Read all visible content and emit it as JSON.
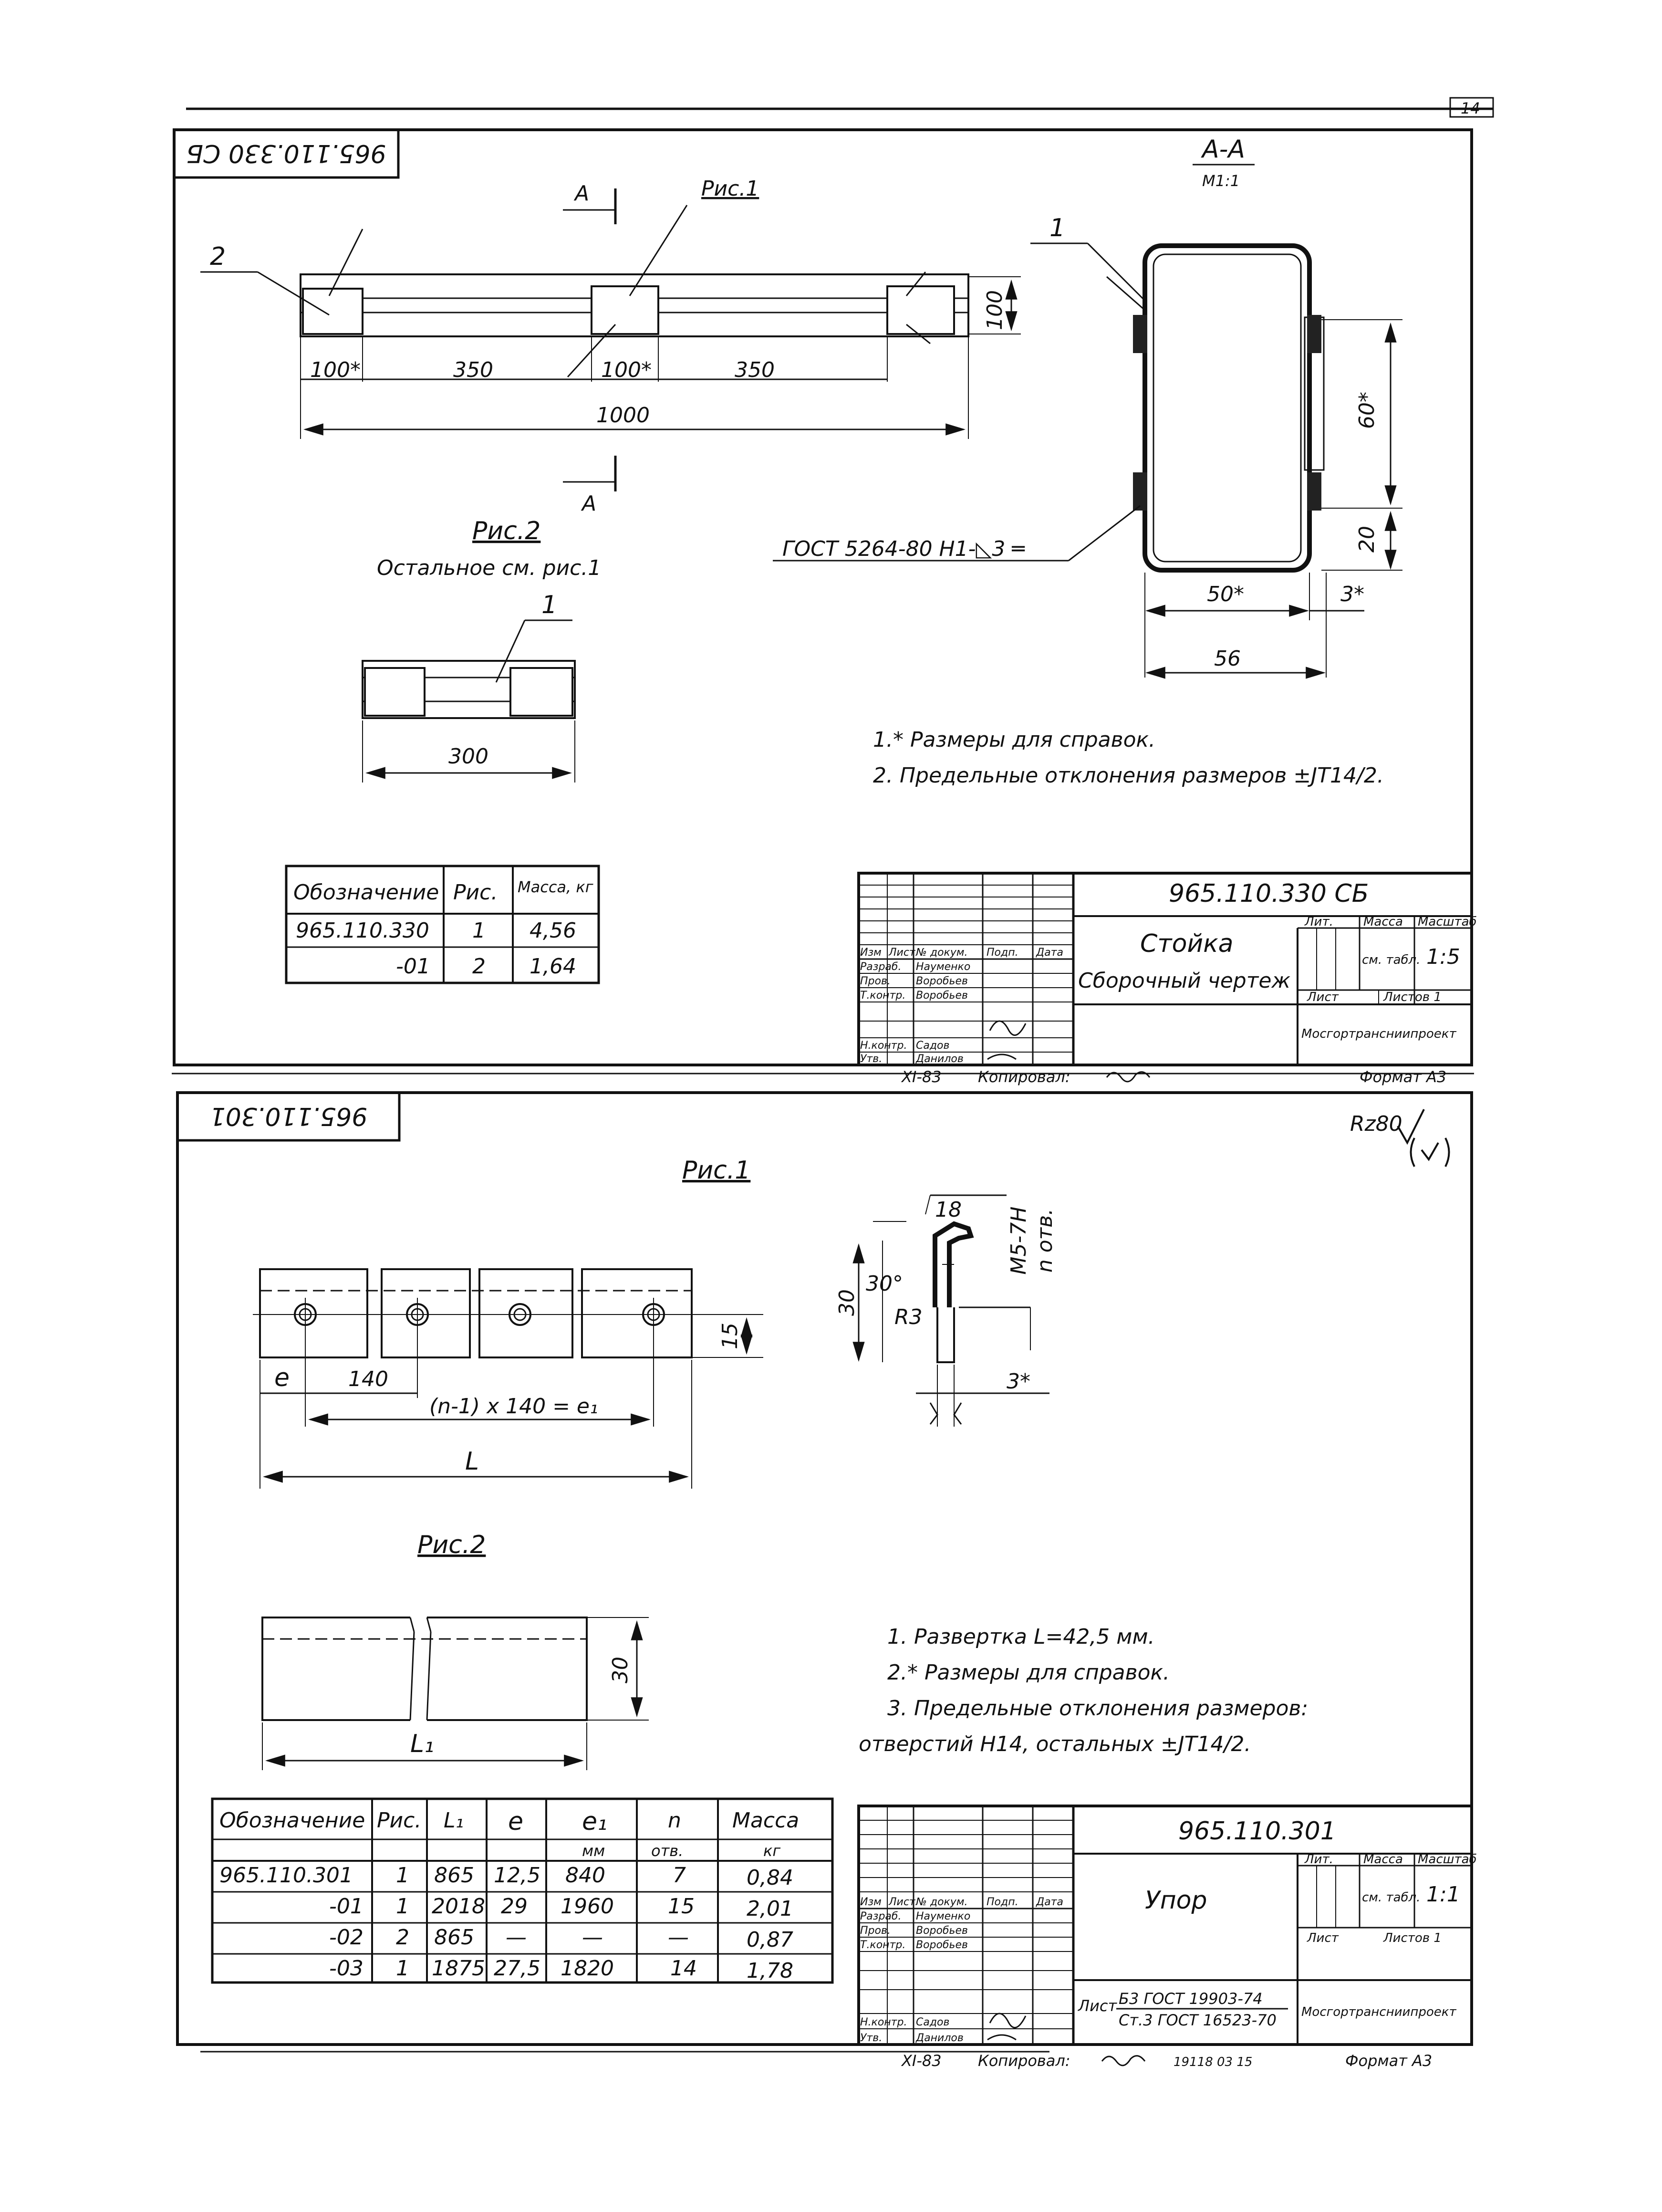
{
  "page_number": "14",
  "sheet1": {
    "doc_stamp": "965.110.330 СБ",
    "section_label": "А-А",
    "section_scale": "М1:1",
    "cut_mark": "А",
    "fig1_label": "Рис.1",
    "fig2_label": "Рис.2",
    "fig2_note": "Остальное см. рис.1",
    "leaders": {
      "pos1": "1",
      "pos2": "2"
    },
    "dims": {
      "end_plate": "100*",
      "span_a": "350",
      "mid_plate": "100*",
      "span_b": "350",
      "total_length": "1000",
      "height": "100",
      "fig2_length": "300",
      "inner_height": "60*",
      "lip": "20",
      "inner_width": "50*",
      "wall": "3*",
      "outer_width": "56"
    },
    "weld_note": "ГОСТ 5264-80 Н1-◺3 ═",
    "notes": [
      "1.* Размеры для справок.",
      "2. Предельные отклонения размеров ±JT14/2."
    ],
    "spec_table": {
      "headers": [
        "Обозначение",
        "Рис.",
        "Масса, кг"
      ],
      "rows": [
        [
          "965.110.330",
          "1",
          "4,56"
        ],
        [
          "-01",
          "2",
          "1,64"
        ]
      ]
    },
    "title_block": {
      "designation": "965.110.330 СБ",
      "name": "Стойка",
      "doc_type": "Сборочный чертеж",
      "head_labels": [
        "Изм",
        "Лист",
        "№ докум.",
        "Подп.",
        "Дата"
      ],
      "staff": [
        [
          "Разраб.",
          "Науменко"
        ],
        [
          "Пров.",
          "Воробьев"
        ],
        [
          "Т.контр.",
          "Воробьев"
        ],
        [
          "Н.контр.",
          "Садов"
        ],
        [
          "Утв.",
          "Данилов"
        ]
      ],
      "lit_label": "Лит.",
      "mass_label": "Масса",
      "scale_label": "Масштаб",
      "mass_value": "см. табл.",
      "scale_value": "1:5",
      "sheet_label": "Лист",
      "sheets_label": "Листов 1",
      "org": "Мосгортрансниипроект"
    },
    "footer": {
      "left": "XI-83",
      "copied": "Копировал:",
      "format": "Формат А3"
    }
  },
  "sheet2": {
    "doc_stamp": "965.110.301",
    "roughness": "Rz80",
    "fig1_label": "Рис.1",
    "fig2_label": "Рис.2",
    "dims": {
      "e": "e",
      "pitch": "140",
      "e1_formula": "(n-1) x 140 = e₁",
      "length": "L",
      "hole_offset": "15",
      "flange": "18",
      "angle": "30°",
      "height": "30",
      "radius": "R3",
      "thread": "M5-7H",
      "holes": "n отв.",
      "thickness": "3*",
      "blank_height": "30",
      "blank_length": "L₁"
    },
    "notes": [
      "1. Развертка L=42,5 мм.",
      "2.* Размеры для справок.",
      "3. Предельные отклонения размеров:",
      "отверстий Н14, остальных ±JT14/2."
    ],
    "spec_table": {
      "headers": [
        "Обозначение",
        "Рис.",
        "L₁",
        "e",
        "e₁",
        "n",
        "Масса"
      ],
      "units": [
        "",
        "",
        "",
        "мм",
        "",
        "отв.",
        "кг"
      ],
      "rows": [
        [
          "965.110.301",
          "1",
          "865",
          "12,5",
          "840",
          "7",
          "0,84"
        ],
        [
          "-01",
          "1",
          "2018",
          "29",
          "1960",
          "15",
          "2,01"
        ],
        [
          "-02",
          "2",
          "865",
          "—",
          "—",
          "—",
          "0,87"
        ],
        [
          "-03",
          "1",
          "1875",
          "27,5",
          "1820",
          "14",
          "1,78"
        ]
      ]
    },
    "title_block": {
      "designation": "965.110.301",
      "name": "Упор",
      "head_labels": [
        "Изм",
        "Лист",
        "№ докум.",
        "Подп.",
        "Дата"
      ],
      "staff": [
        [
          "Разраб.",
          "Науменко"
        ],
        [
          "Пров.",
          "Воробьев"
        ],
        [
          "Т.контр.",
          "Воробьев"
        ],
        [
          "Н.контр.",
          "Садов"
        ],
        [
          "Утв.",
          "Данилов"
        ]
      ],
      "material_prefix": "Лист",
      "material_top": "Б3 ГОСТ 19903-74",
      "material_bottom": "Ст.3 ГОСТ 16523-70",
      "lit_label": "Лит.",
      "mass_label": "Масса",
      "scale_label": "Масштаб",
      "mass_value": "см. табл.",
      "scale_value": "1:1",
      "sheet_label": "Лист",
      "sheets_label": "Листов 1",
      "org": "Мосгортрансниипроект"
    },
    "footer": {
      "left": "XI-83",
      "copied": "Копировал:",
      "extra": "19118 03  15",
      "format": "Формат А3"
    }
  }
}
